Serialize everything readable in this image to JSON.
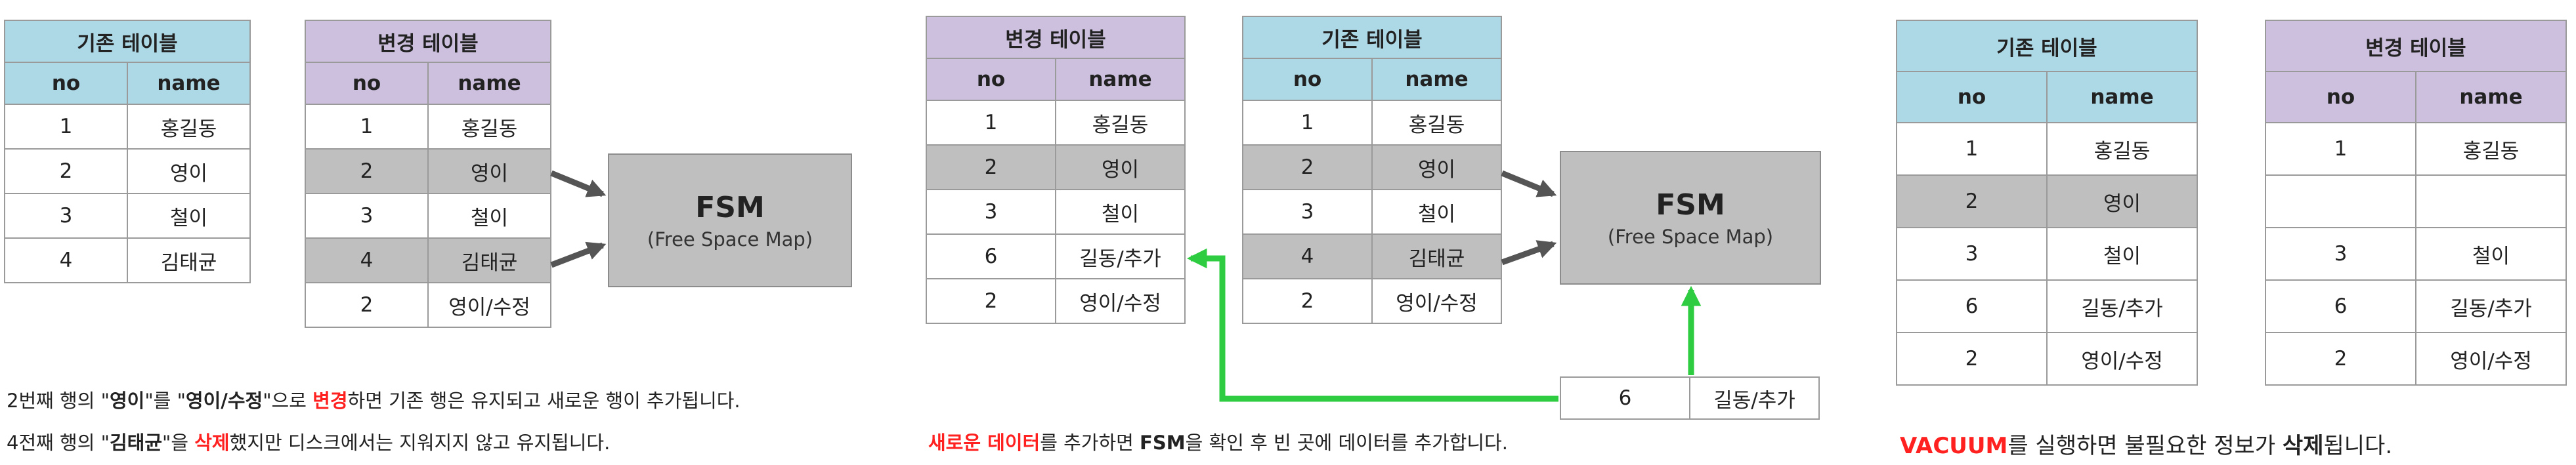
{
  "labels": {
    "old_table": "기존 테이블",
    "new_table": "변경 테이블",
    "col_no": "no",
    "col_name": "name",
    "fsm_title": "FSM",
    "fsm_sub": "(Free Space Map)"
  },
  "colors": {
    "old_header": "#add8e6",
    "new_header": "#ccc0de",
    "shaded_row": "#bfbfbf",
    "emphasis_red": "#ff2020",
    "arrow_green": "#2ecc40",
    "arrow_gray": "#555555"
  },
  "panel1": {
    "old_rows": [
      {
        "no": "1",
        "name": "홍길동"
      },
      {
        "no": "2",
        "name": "영이"
      },
      {
        "no": "3",
        "name": "철이"
      },
      {
        "no": "4",
        "name": "김태균"
      }
    ],
    "new_rows": [
      {
        "no": "1",
        "name": "홍길동"
      },
      {
        "no": "2",
        "name": "영이"
      },
      {
        "no": "3",
        "name": "철이"
      },
      {
        "no": "4",
        "name": "김태균"
      },
      {
        "no": "2",
        "name": "영이/수정"
      }
    ],
    "caption1": {
      "p1": "2번째 행의 \"",
      "b1": "영이",
      "p2": "\"를 \"",
      "b2": "영이/수정",
      "p3": "\"으로 ",
      "r1": "변경",
      "p4": "하면 기존 행은 유지되고 새로운 행이 추가됩니다."
    },
    "caption2": {
      "p1": "4전째 행의 \"",
      "b1": "김태균",
      "p2": "\"을 ",
      "r1": "삭제",
      "p3": "했지만 디스크에서는 지워지지 않고 유지됩니다."
    }
  },
  "panel2": {
    "new_rows": [
      {
        "no": "1",
        "name": "홍길동"
      },
      {
        "no": "2",
        "name": "영이"
      },
      {
        "no": "3",
        "name": "철이"
      },
      {
        "no": "6",
        "name": "길동/추가"
      },
      {
        "no": "2",
        "name": "영이/수정"
      }
    ],
    "old_rows": [
      {
        "no": "1",
        "name": "홍길동"
      },
      {
        "no": "2",
        "name": "영이"
      },
      {
        "no": "3",
        "name": "철이"
      },
      {
        "no": "4",
        "name": "김태균"
      },
      {
        "no": "2",
        "name": "영이/수정"
      }
    ],
    "incoming_row": {
      "no": "6",
      "name": "길동/추가"
    },
    "caption": {
      "r1": "새로운 데이터",
      "p1": "를 추가하면 ",
      "b1": "FSM",
      "p2": "을 확인 후 빈 곳에 데이터를 추가합니다."
    }
  },
  "panel3": {
    "old_rows": [
      {
        "no": "1",
        "name": "홍길동"
      },
      {
        "no": "2",
        "name": "영이"
      },
      {
        "no": "3",
        "name": "철이"
      },
      {
        "no": "6",
        "name": "길동/추가"
      },
      {
        "no": "2",
        "name": "영이/수정"
      }
    ],
    "new_rows": [
      {
        "no": "1",
        "name": "홍길동"
      },
      {
        "no": "",
        "name": ""
      },
      {
        "no": "3",
        "name": "철이"
      },
      {
        "no": "6",
        "name": "길동/추가"
      },
      {
        "no": "2",
        "name": "영이/수정"
      }
    ],
    "caption": {
      "r1": "VACUUM",
      "p1": "를 실행하면 불필요한 정보가 ",
      "b1": "삭제",
      "p2": "됩니다."
    }
  }
}
